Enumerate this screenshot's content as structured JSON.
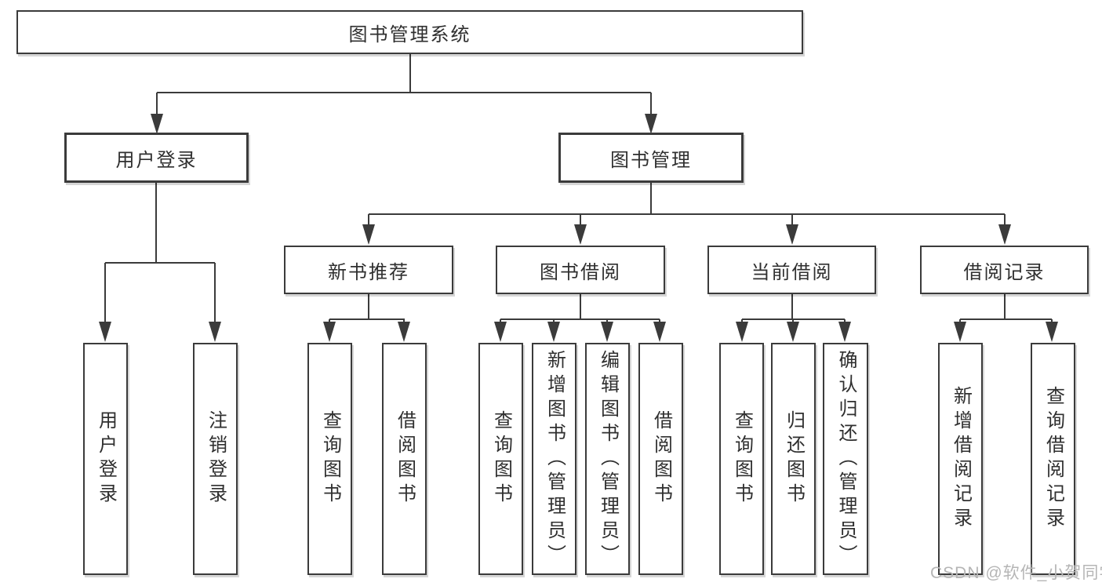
{
  "diagram": {
    "root": {
      "label": "图书管理系统"
    },
    "level2": [
      {
        "label": "用户登录"
      },
      {
        "label": "图书管理"
      }
    ],
    "level3": [
      {
        "label": "新书推荐"
      },
      {
        "label": "图书借阅"
      },
      {
        "label": "当前借阅"
      },
      {
        "label": "借阅记录"
      }
    ],
    "leaves": [
      {
        "label": "用户登录"
      },
      {
        "label": "注销登录"
      },
      {
        "label": "查询图书"
      },
      {
        "label": "借阅图书"
      },
      {
        "label": "查询图书"
      },
      {
        "label": "新增图书（管理员）"
      },
      {
        "label": "编辑图书（管理员）"
      },
      {
        "label": "借阅图书"
      },
      {
        "label": "查询图书"
      },
      {
        "label": "归还图书"
      },
      {
        "label": "确认归还（管理员）"
      },
      {
        "label": "新增借阅记录"
      },
      {
        "label": "查询借阅记录"
      }
    ]
  },
  "watermark": {
    "text": "CSDN @软件_小贺同学"
  },
  "colors": {
    "line": "#3b3b3b",
    "text": "#2f2f2f",
    "watermark": "#b5b5b5",
    "background": "#ffffff"
  }
}
